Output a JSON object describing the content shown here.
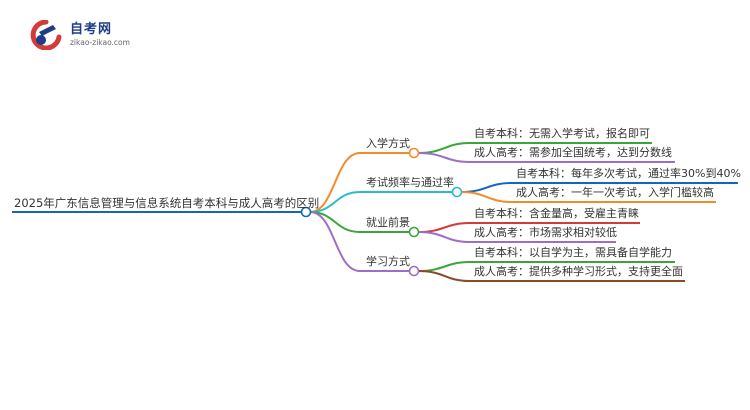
{
  "logo": {
    "title": "自考网",
    "subtitle": "zikao-zikao.com"
  },
  "root": {
    "label": "2025年广东信息管理与信息系统自考本科与成人高考的区别",
    "color": "#1565c0"
  },
  "branches": [
    {
      "label": "入学方式",
      "color": "#f28c28",
      "leaves": [
        {
          "label": "自考本科：无需入学考试，报名即可",
          "color": "#3aa63a"
        },
        {
          "label": "成人高考：需参加全国统考，达到分数线",
          "color": "#9c6fc6"
        }
      ]
    },
    {
      "label": "考试频率与通过率",
      "color": "#2bbcc9",
      "leaves": [
        {
          "label": "自考本科：每年多次考试，通过率30%到40%",
          "color": "#1565c0"
        },
        {
          "label": "成人高考：一年一次考试，入学门槛较高",
          "color": "#f28c28"
        }
      ]
    },
    {
      "label": "就业前景",
      "color": "#3aa63a",
      "leaves": [
        {
          "label": "自考本科：含金量高，受雇主青睐",
          "color": "#d43a3a"
        },
        {
          "label": "成人高考：市场需求相对较低",
          "color": "#9c6fc6"
        }
      ]
    },
    {
      "label": "学习方式",
      "color": "#9c6fc6",
      "leaves": [
        {
          "label": "自考本科：以自学为主，需具备自学能力",
          "color": "#3aa63a"
        },
        {
          "label": "成人高考：提供多种学习形式，支持更全面",
          "color": "#8b4a2b"
        }
      ]
    }
  ]
}
